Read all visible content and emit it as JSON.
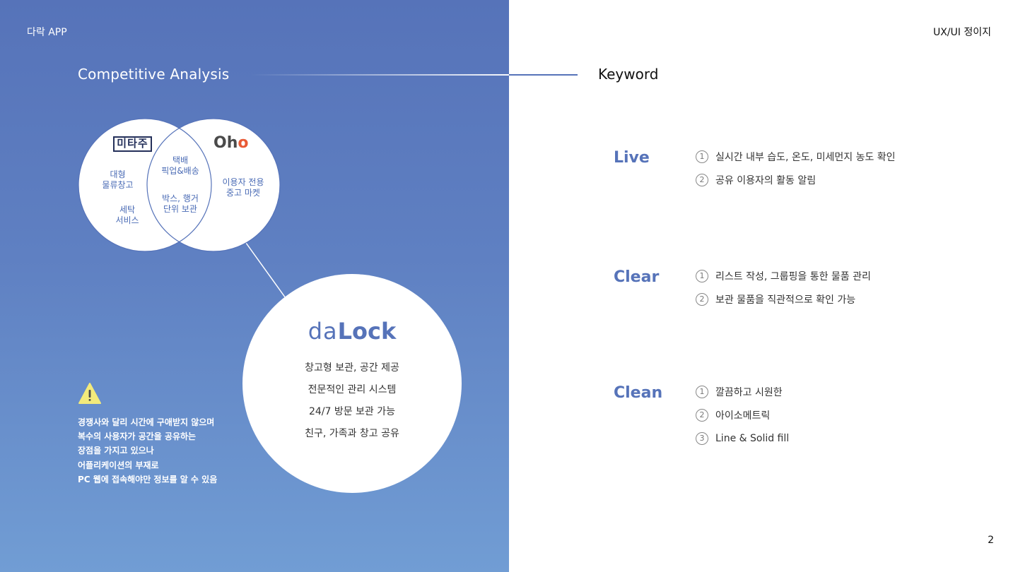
{
  "header": {
    "app_name": "다락 APP",
    "project_name": "UX/UI 정이지"
  },
  "competitive": {
    "title": "Competitive Analysis",
    "logos": {
      "left_brand": "미타주",
      "right_brand_main": "Oh",
      "right_brand_accent": "o"
    },
    "left_only": [
      "대형\n물류창고",
      "세탁\n서비스"
    ],
    "overlap": [
      "택배\n픽업&배송",
      "박스, 행거\n단위 보관"
    ],
    "right_only": [
      "이용자 전용\n중고 마켓"
    ]
  },
  "dalock": {
    "logo_da": "da",
    "logo_lock": "Lock",
    "features": [
      "창고형 보관, 공간 제공",
      "전문적인 관리 시스템",
      "24/7 방문 보관 가능",
      "친구, 가족과 창고 공유"
    ]
  },
  "warning": {
    "icon": "warning-triangle-icon",
    "lines": [
      "경쟁사와 달리 시간에 구애받지 않으며",
      "복수의 사용자가 공간을 공유하는",
      "장점을 가지고 있으나",
      "어플리케이션의 부재로",
      "PC 웹에 접속해야만 정보를 알 수 있음"
    ]
  },
  "keyword": {
    "title": "Keyword",
    "groups": [
      {
        "label": "Live",
        "items": [
          "실시간 내부 습도, 온도, 미세먼지 농도 확인",
          "공유 이용자의 활동 알림"
        ]
      },
      {
        "label": "Clear",
        "items": [
          "리스트 작성, 그룹핑을 통한 물품 관리",
          "보관 물품을 직관적으로 확인 가능"
        ]
      },
      {
        "label": "Clean",
        "items": [
          "깔끔하고 시원한",
          "아이소메트릭",
          "Line & Solid fill"
        ]
      }
    ],
    "number_glyphs": [
      "1",
      "2",
      "3"
    ]
  },
  "page_number": "2",
  "colors": {
    "accent": "#5673b9",
    "panel_top": "#5673b9",
    "panel_bottom": "#719dd4",
    "warning": "#f3ea7b",
    "oho_accent": "#e95a35"
  }
}
